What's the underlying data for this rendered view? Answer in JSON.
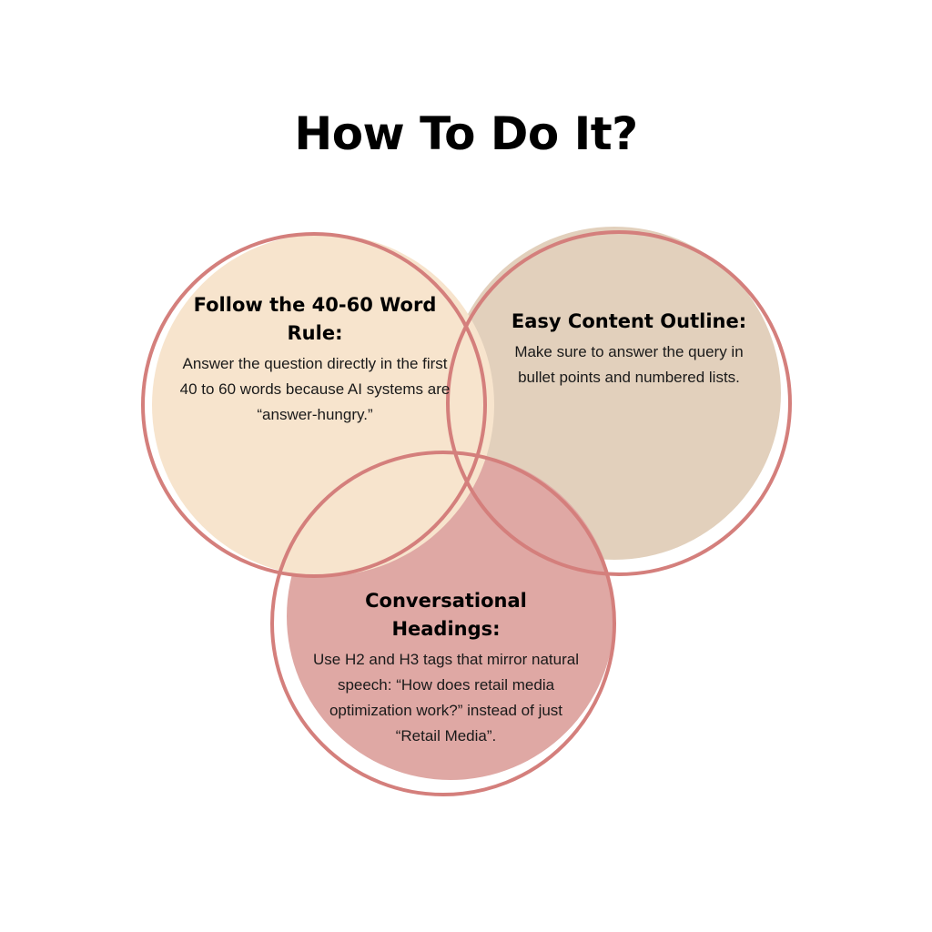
{
  "title": "How To Do It?",
  "colors": {
    "circle_outline": "#d47f7c",
    "circle_left_fill": "#f7e4cd",
    "circle_right_fill": "#e2d0bc",
    "circle_bottom_fill": "#dfa8a4"
  },
  "circles": [
    {
      "heading": "Follow the 40-60 Word Rule:",
      "body": "Answer the question directly in the first 40 to 60 words because AI systems are “answer-hungry.”"
    },
    {
      "heading": "Easy Content Outline:",
      "body": "Make sure to answer the query in bullet points and numbered lists."
    },
    {
      "heading": "Conversational Headings:",
      "body": "Use H2 and H3 tags that mirror natural speech: “How does retail media optimization work?” instead of just “Retail Media”."
    }
  ]
}
